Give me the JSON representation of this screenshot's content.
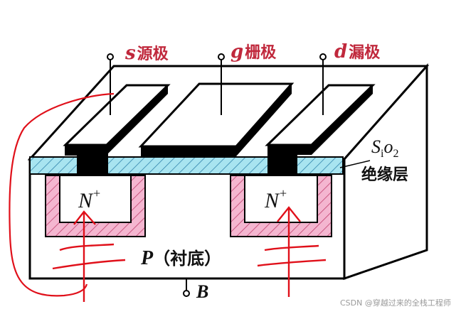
{
  "labels": {
    "source_letter": "s",
    "source_text": "源极",
    "gate_letter": "g",
    "gate_text": "栅极",
    "drain_letter": "d",
    "drain_text": "漏极",
    "n_plus_left": "N",
    "n_plus_right": "N",
    "n_plus_sup": "+",
    "substrate_letter": "P",
    "substrate_text": "（衬底）",
    "oxide_base": "S",
    "oxide_i": "i",
    "oxide_o": "o",
    "oxide_sub2": "2",
    "insulation_text": "绝缘层",
    "body_terminal": "B"
  },
  "watermark": "CSDN @穿越过来的全栈工程师",
  "colors": {
    "label_red": "#c0283c",
    "outline": "#000000",
    "oxide_fill": "#a8e4f0",
    "n_region_fill": "#f4b6d0",
    "annotation_red": "#e0101a"
  }
}
